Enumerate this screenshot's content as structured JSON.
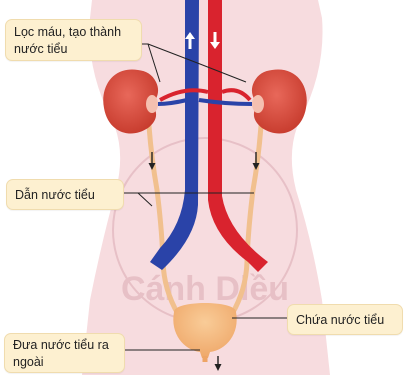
{
  "labels": {
    "filter": "Lọc máu, tạo thành nước tiểu",
    "conduct": "Dẫn nước tiểu",
    "store": "Chứa nước tiểu",
    "excrete": "Đưa nước tiểu ra ngoài"
  },
  "watermark": "Cánh Diều",
  "colors": {
    "body": "#f7dcdf",
    "kidney": "#d64a3a",
    "artery": "#d9232e",
    "vein": "#2a43a8",
    "ureter": "#f1c08e",
    "bladder": "#f2b478",
    "callout": "#fdf0d0"
  },
  "icons": [
    "arrow-up-icon",
    "arrow-down-icon"
  ]
}
